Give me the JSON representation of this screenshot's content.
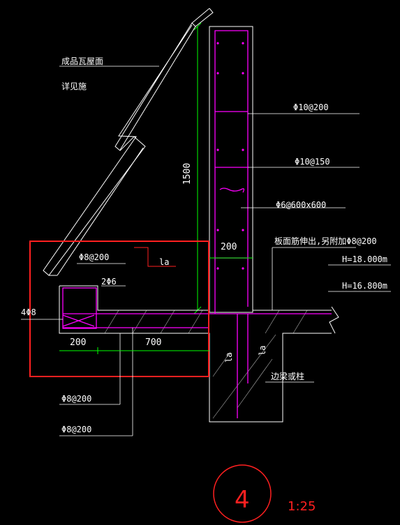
{
  "labels": {
    "roof_tile_1": "成品瓦屋面",
    "roof_tile_2": "详见施",
    "rebar_top": "Φ10@200",
    "rebar_mid": "Φ10@150",
    "rebar_tie": "Φ6@600x600",
    "parapet_height": "1500",
    "wall_thk": "200",
    "slab_note": "板面筋伸出,另附加Φ8@200",
    "elev_top": "H=18.000m",
    "elev_bot": "H=16.800m",
    "gutter_rebar": "Φ8@200",
    "gutter_2": "2Φ6",
    "anchor_la": "la",
    "bottom_4": "4Φ8",
    "dim_200": "200",
    "dim_700": "700",
    "bottom_rebar_1": "Φ8@200",
    "bottom_rebar_2": "Φ8@200",
    "la_vert_1": "la",
    "la_vert_2": "la",
    "beam_note": "边梁或柱",
    "detail_no": "4",
    "scale": "1:25"
  },
  "colors": {
    "outline": "#ffffff",
    "rebar": "#ff00ff",
    "dimension": "#00ff00",
    "highlight": "#ff2020"
  }
}
